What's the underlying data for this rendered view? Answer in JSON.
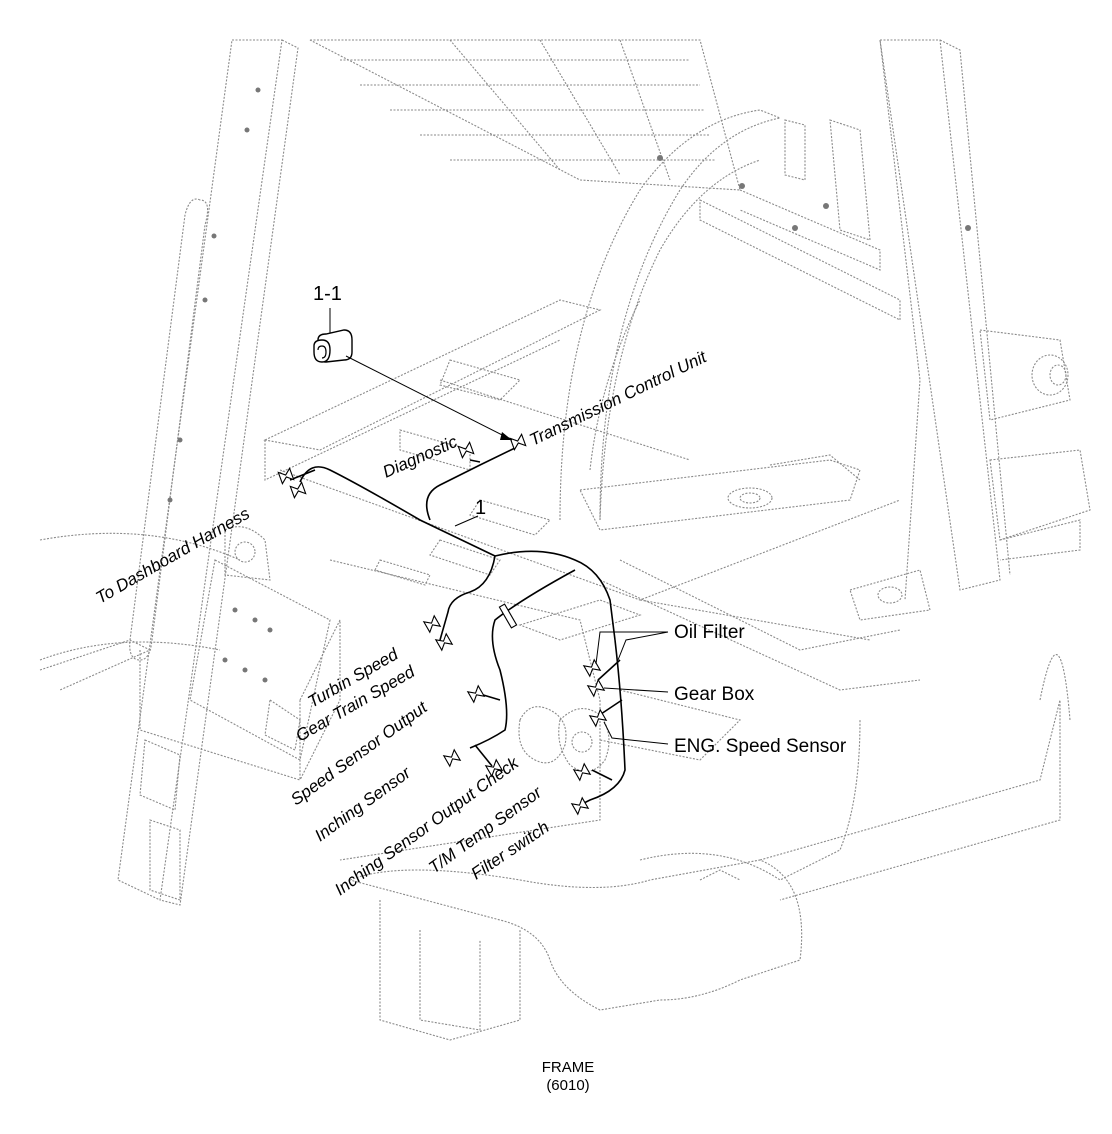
{
  "parts": {
    "part_1": "1",
    "part_1_1": "1-1"
  },
  "labels": {
    "transmission_control_unit": "Transmission Control Unit",
    "diagnostic": "Diagnostic",
    "to_dashboard_harness": "To Dashboard Harness",
    "turbin_speed": "Turbin Speed",
    "gear_train_speed": "Gear Train Speed",
    "speed_sensor_output": "Speed Sensor Output",
    "inching_sensor": "Inching Sensor",
    "inching_sensor_output_check": "Inching Sensor Output Check",
    "tm_temp_sensor": "T/M Temp Sensor",
    "filter_switch": "Filter switch",
    "oil_filter": "Oil Filter",
    "gear_box": "Gear Box",
    "eng_speed_sensor": "ENG. Speed Sensor"
  },
  "caption": {
    "line1": "FRAME",
    "line2": "(6010)"
  }
}
